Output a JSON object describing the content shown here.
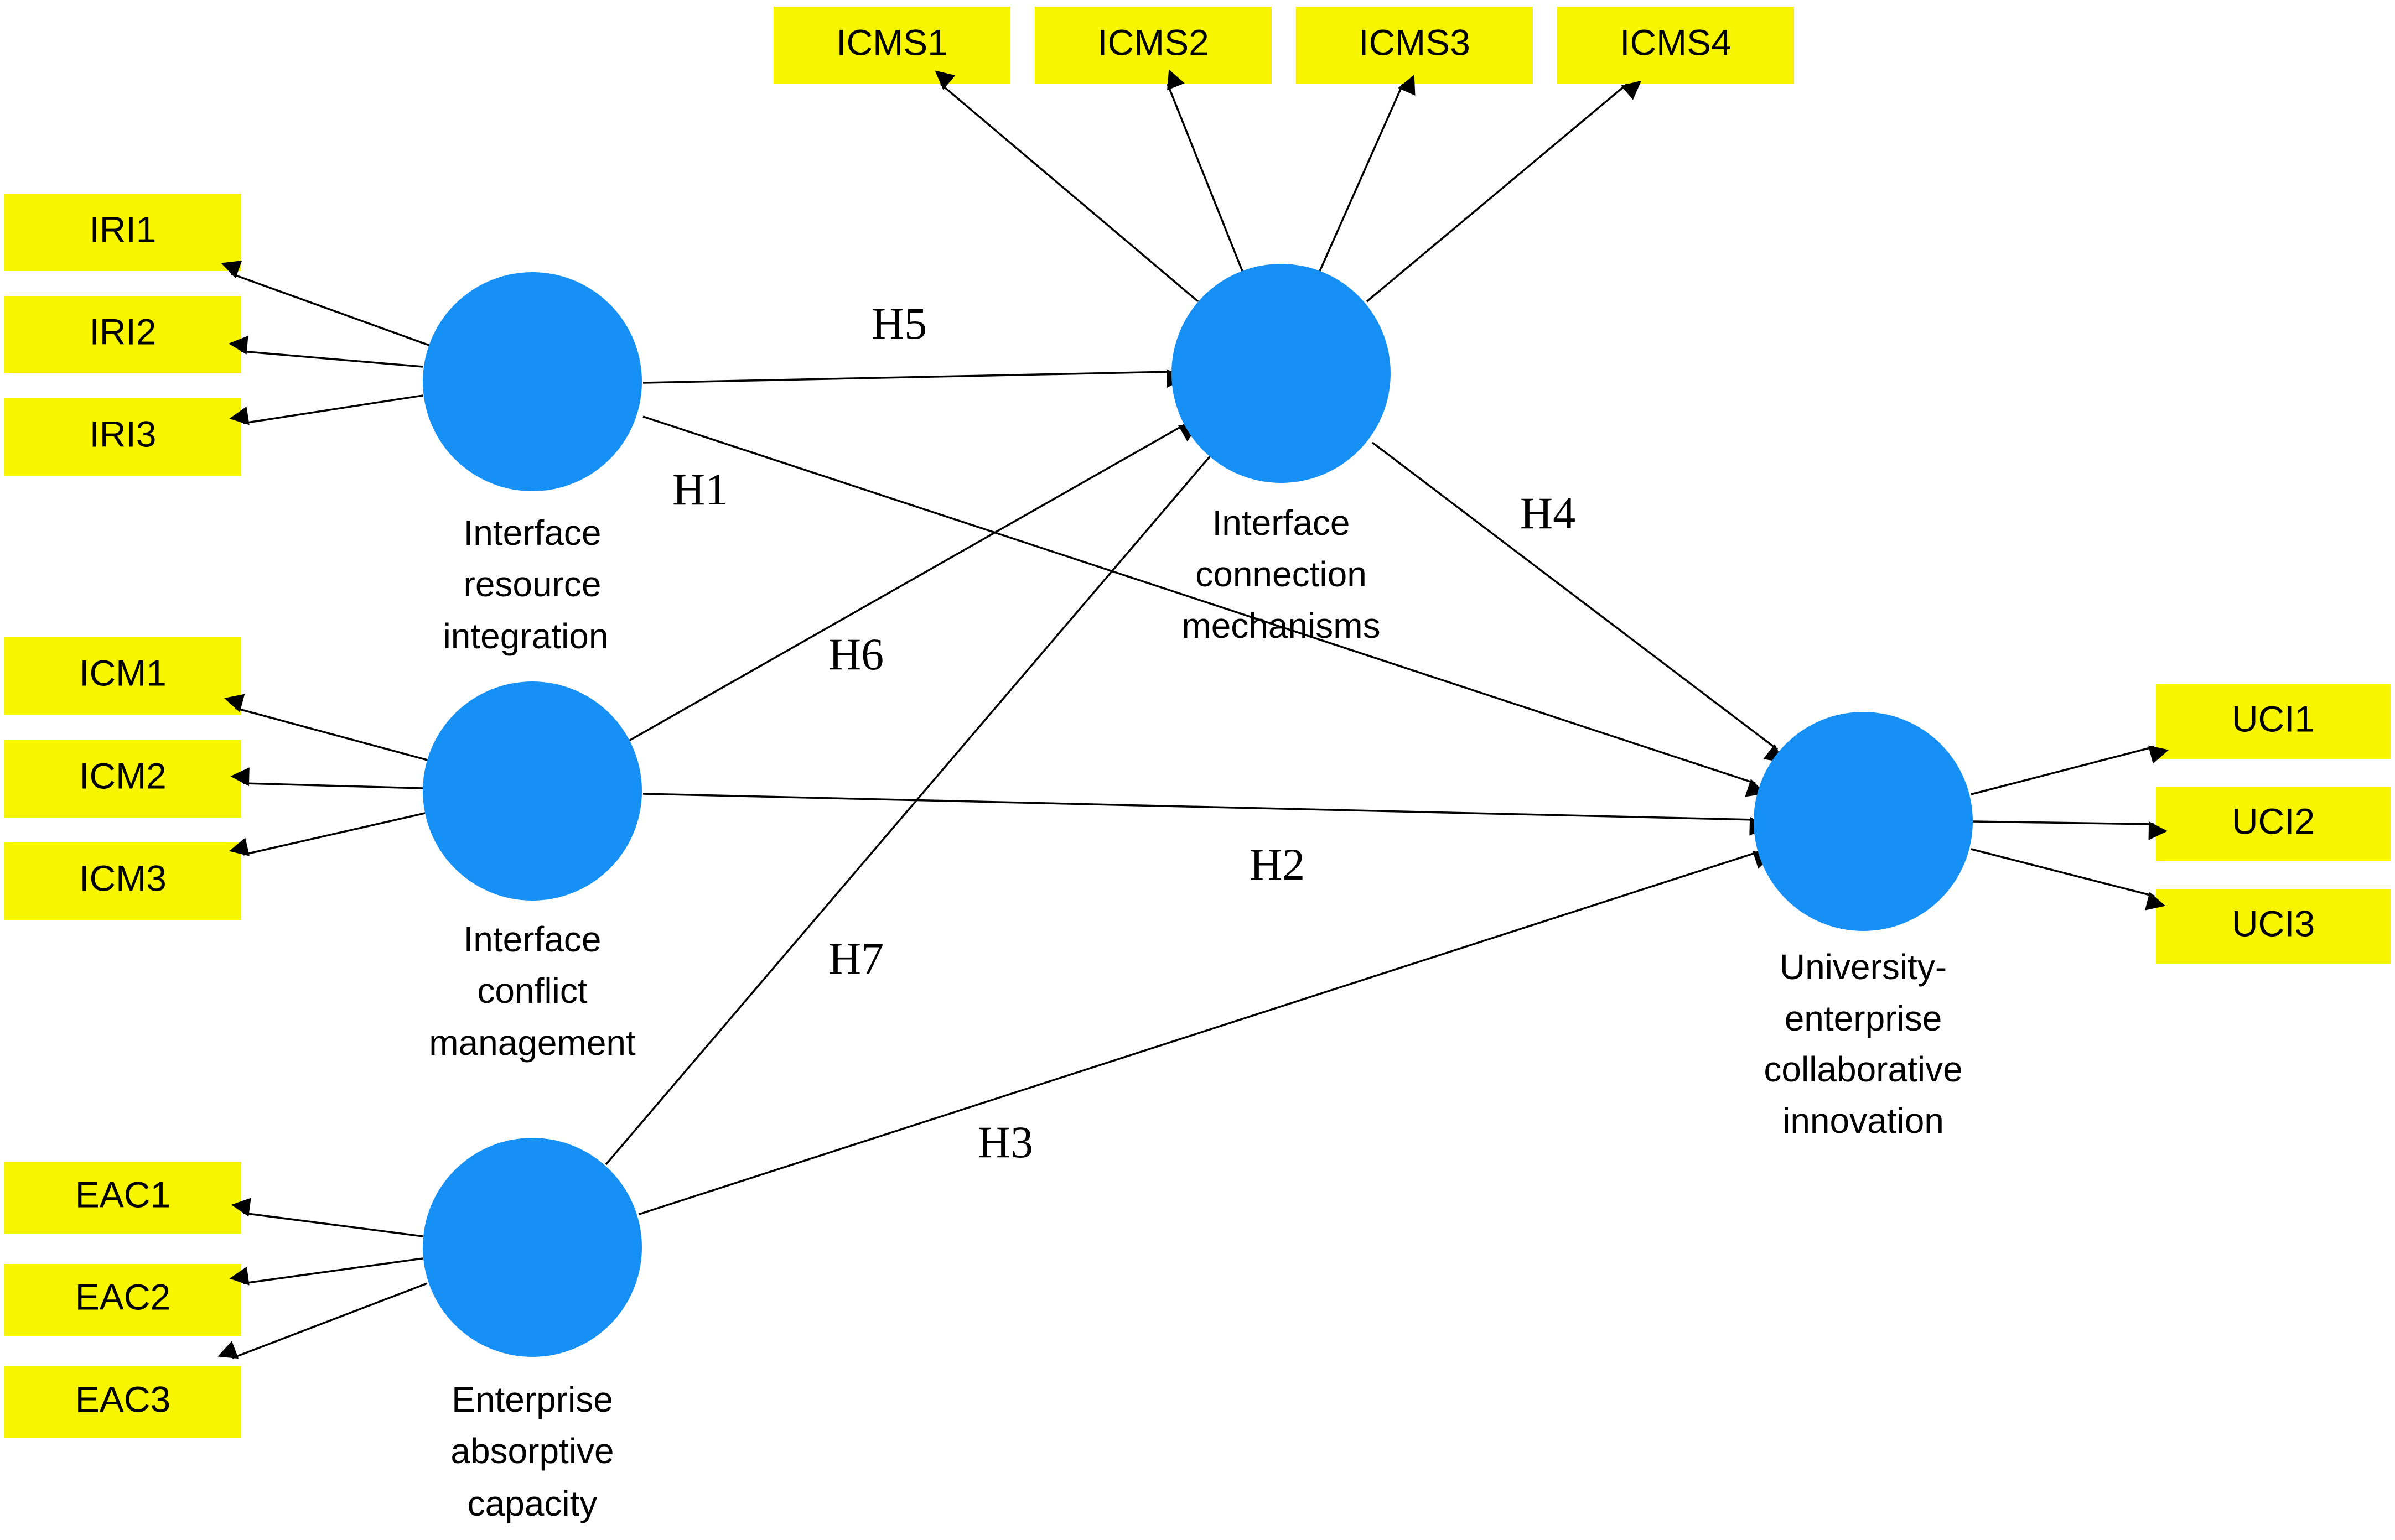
{
  "colors": {
    "construct_fill": "#1690F5",
    "indicator_fill": "#F7F600",
    "indicator_stroke": "#9A9A00",
    "line": "#000000"
  },
  "constructs": {
    "iri": {
      "label_lines": [
        "Interface",
        "resource",
        "integration"
      ],
      "indicators": [
        "IRI1",
        "IRI2",
        "IRI3"
      ]
    },
    "icm": {
      "label_lines": [
        "Interface",
        "conflict",
        "management"
      ],
      "indicators": [
        "ICM1",
        "ICM2",
        "ICM3"
      ]
    },
    "eac": {
      "label_lines": [
        "Enterprise",
        "absorptive",
        "capacity"
      ],
      "indicators": [
        "EAC1",
        "EAC2",
        "EAC3"
      ]
    },
    "icms": {
      "label_lines": [
        "Interface",
        "connection",
        "mechanisms"
      ],
      "indicators": [
        "ICMS1",
        "ICMS2",
        "ICMS3",
        "ICMS4"
      ]
    },
    "uci": {
      "label_lines": [
        "University-",
        "enterprise",
        "collaborative",
        "innovation"
      ],
      "indicators": [
        "UCI1",
        "UCI2",
        "UCI3"
      ]
    }
  },
  "paths": [
    {
      "id": "H1",
      "from": "iri",
      "to": "uci",
      "label": "H1"
    },
    {
      "id": "H2",
      "from": "icm",
      "to": "uci",
      "label": "H2"
    },
    {
      "id": "H3",
      "from": "eac",
      "to": "uci",
      "label": "H3"
    },
    {
      "id": "H4",
      "from": "icms",
      "to": "uci",
      "label": "H4"
    },
    {
      "id": "H5",
      "from": "iri",
      "to": "icms",
      "label": "H5"
    },
    {
      "id": "H6",
      "from": "icm",
      "to": "icms",
      "label": "H6"
    },
    {
      "id": "H7",
      "from": "eac",
      "to": "icms",
      "label": "H7"
    }
  ]
}
